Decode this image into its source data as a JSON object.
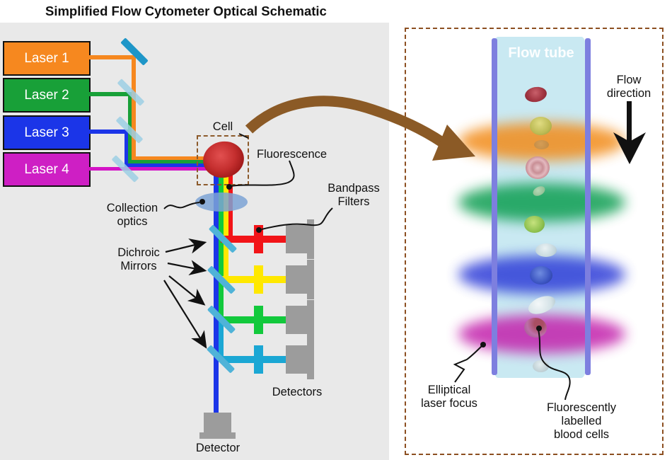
{
  "title": "Simplified Flow Cytometer Optical Schematic",
  "left_panel": {
    "lasers": [
      {
        "label": "Laser 1",
        "color": "#F6881F"
      },
      {
        "label": "Laser 2",
        "color": "#18A038"
      },
      {
        "label": "Laser 3",
        "color": "#1B35E8"
      },
      {
        "label": "Laser 4",
        "color": "#CE1FC4"
      }
    ],
    "labels": {
      "cell": "Cell",
      "fluorescence": "Fluorescence",
      "bandpass_1": "Bandpass",
      "bandpass_2": "Filters",
      "collection_1": "Collection",
      "collection_2": "optics",
      "dichroic_1": "Dichroic",
      "dichroic_2": "Mirrors",
      "detectors": "Detectors",
      "detector": "Detector"
    },
    "detection_channels": [
      {
        "name": "red",
        "color": "#F21418"
      },
      {
        "name": "yellow",
        "color": "#FFE800"
      },
      {
        "name": "green",
        "color": "#12C93C"
      },
      {
        "name": "cyan",
        "color": "#1BA7D4"
      },
      {
        "name": "blue",
        "color": "#1B35E8"
      }
    ]
  },
  "right_panel": {
    "labels": {
      "flow_tube": "Flow tube",
      "flow_direction_1": "Flow",
      "flow_direction_2": "direction",
      "elliptical_1": "Elliptical",
      "elliptical_2": "laser focus",
      "fluorescent_1": "Fluorescently",
      "fluorescent_2": "labelled",
      "fluorescent_3": "blood cells"
    },
    "laser_foci": [
      {
        "name": "orange elliptical focus",
        "color": "#F28C1A"
      },
      {
        "name": "green elliptical focus",
        "color": "#0E9E52"
      },
      {
        "name": "blue elliptical focus",
        "color": "#2F3ED8"
      },
      {
        "name": "magenta elliptical focus",
        "color": "#C322AC"
      }
    ],
    "blood_cells": [
      "red blood cell",
      "yellow-green labelled cell",
      "small faded cell",
      "pink labelled cell",
      "small pale green cell",
      "green labelled cell",
      "pale grey cell",
      "blue labelled cell",
      "white cell",
      "magenta labelled cell",
      "small grey cell"
    ]
  },
  "palette": {
    "panel_gray": "#E9E9E9",
    "annotation_brown": "#8B5A26",
    "dashed_border_brown": "#8C4F21",
    "tube_fill": "#C9E9F2",
    "tube_border": "#7D7FDF",
    "mirror_full": "#1E96C8",
    "mirror_dichroic_laser": "#9CCFE4",
    "mirror_dichroic_detection": "#4FB3D8",
    "detector_gray": "#9C9C9C"
  }
}
